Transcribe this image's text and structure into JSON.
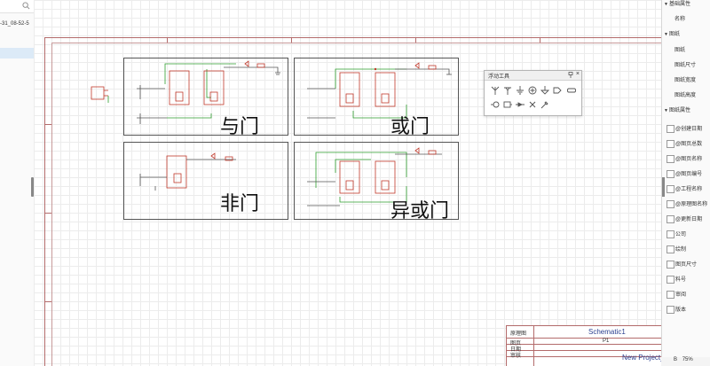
{
  "left_panel": {
    "search_icon": "search-icon",
    "file_item": "-31_08-52-5"
  },
  "gates": {
    "and_label": "与门",
    "or_label": "或门",
    "not_label": "非门",
    "xor_label": "异或门"
  },
  "float_window": {
    "title": "浮动工具",
    "pin_icon": "pin-icon",
    "close_icon": "close-icon",
    "tools_row1": [
      "antenna-icon",
      "antenna2-icon",
      "ground-icon",
      "power-circle-icon",
      "earth-icon",
      "buffer-icon",
      "rect-icon"
    ],
    "tools_row2": [
      "netlabel-icon",
      "port-icon",
      "diode-icon",
      "cross-icon",
      "probe-icon"
    ]
  },
  "title_block": {
    "rows": [
      "原理图",
      "图页",
      "日期",
      "审核"
    ],
    "schematic_name": "Schematic1",
    "page": "P1",
    "project": "New Project_"
  },
  "right_panel": {
    "sections": {
      "basic": "基础属性",
      "sheet": "图纸",
      "sheet_props": "图纸属性"
    },
    "basic_items": [
      "名称"
    ],
    "sheet_items": [
      "图纸",
      "图纸尺寸",
      "图纸宽度",
      "图纸高度"
    ],
    "sheet_prop_items": [
      "@创建日期",
      "@图页总数",
      "@图页名称",
      "@图页编号",
      "@工程名称",
      "@原理图名称",
      "@更新日期",
      "公司",
      "绘制",
      "图页尺寸",
      "料号",
      "审阅",
      "版本"
    ]
  },
  "status": {
    "zoom": "75%",
    "prefix": "B"
  },
  "colors": {
    "border_red": "#b36b6b",
    "wire_green": "#2e9e2e",
    "symbol_red": "#c0392b",
    "text_blue": "#2a3f8f"
  }
}
